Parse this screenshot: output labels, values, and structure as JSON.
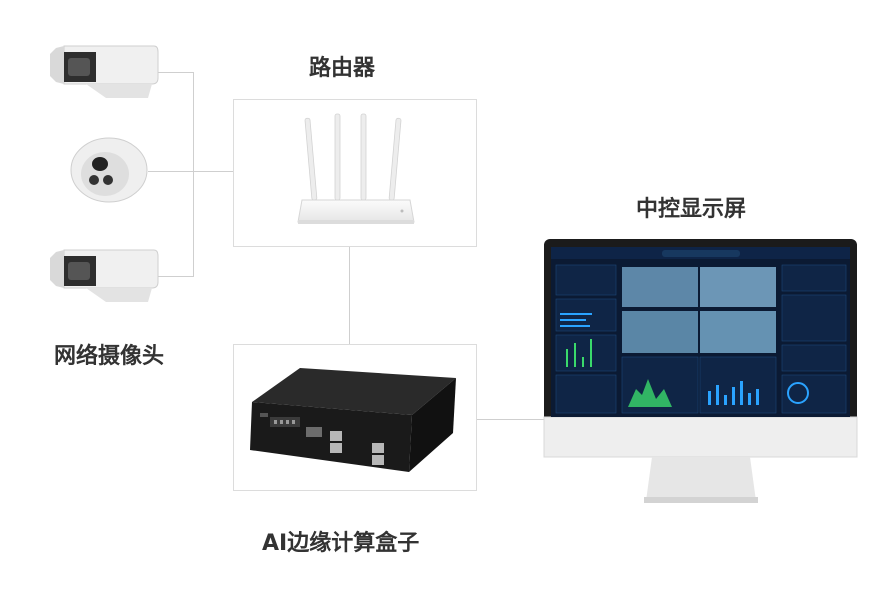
{
  "labels": {
    "router": "路由器",
    "cameras": "网络摄像头",
    "ai_box": "AI边缘计算盒子",
    "display": "中控显示屏"
  },
  "colors": {
    "label_text": "#333333",
    "box_border": "#dcdcdc",
    "connector": "#cfcfcf",
    "screen_bg": "#0b1a33",
    "panel_accent": "#2aa3ff"
  },
  "icons": [
    "bullet-camera-icon",
    "dome-camera-icon",
    "router-icon",
    "edge-box-icon",
    "monitor-icon"
  ]
}
